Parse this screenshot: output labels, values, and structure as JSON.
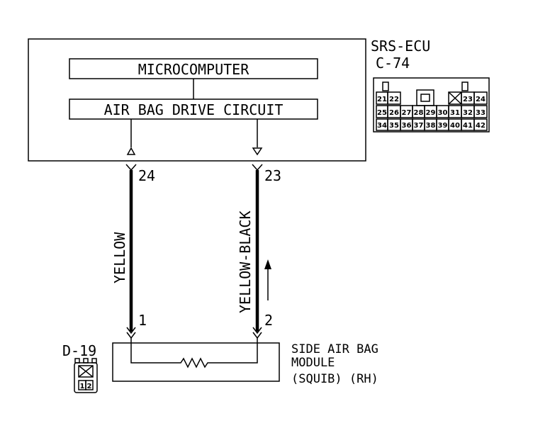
{
  "ecu": {
    "title": "SRS-ECU",
    "connector": "C-74",
    "microcomputer_label": "MICROCOMPUTER",
    "drive_circuit_label": "AIR BAG DRIVE CIRCUIT"
  },
  "connector_c74": {
    "row1": [
      "21",
      "22",
      "23",
      "24"
    ],
    "row2": [
      "25",
      "26",
      "27",
      "28",
      "29",
      "30",
      "31",
      "32",
      "33"
    ],
    "row3": [
      "34",
      "35",
      "36",
      "37",
      "38",
      "39",
      "40",
      "41",
      "42"
    ]
  },
  "wires": {
    "left": {
      "pin_top": "24",
      "pin_bottom": "1",
      "color": "YELLOW"
    },
    "right": {
      "pin_top": "23",
      "pin_bottom": "2",
      "color": "YELLOW-BLACK"
    }
  },
  "module": {
    "connector": "D-19",
    "label_line1": "SIDE AIR BAG",
    "label_line2": "MODULE",
    "label_line3": "(SQUIB) (RH)",
    "pins": [
      "1",
      "2"
    ]
  }
}
